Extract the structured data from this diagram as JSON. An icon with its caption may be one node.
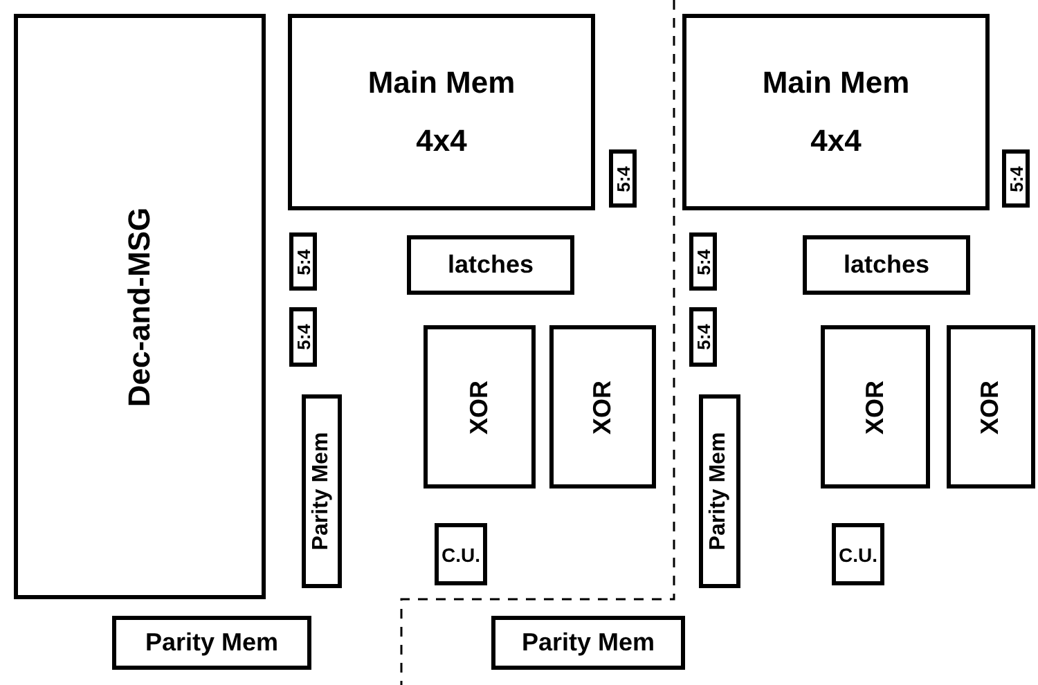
{
  "diagram": {
    "nodes": [
      {
        "text": [
          "Dec-and-MSG"
        ]
      },
      {
        "text": [
          "Main Mem",
          "4x4"
        ]
      },
      {
        "text": [
          "5:4"
        ]
      },
      {
        "text": [
          "Main Mem",
          "4x4"
        ]
      },
      {
        "text": [
          "5:4"
        ]
      },
      {
        "text": [
          "latches"
        ]
      },
      {
        "text": [
          "latches"
        ]
      },
      {
        "text": [
          "5:4"
        ]
      },
      {
        "text": [
          "5:4"
        ]
      },
      {
        "text": [
          "5:4"
        ]
      },
      {
        "text": [
          "5:4"
        ]
      },
      {
        "text": [
          "XOR"
        ]
      },
      {
        "text": [
          "XOR"
        ]
      },
      {
        "text": [
          "XOR"
        ]
      },
      {
        "text": [
          "XOR"
        ]
      },
      {
        "text": [
          "Parity Mem"
        ]
      },
      {
        "text": [
          "Parity Mem"
        ]
      },
      {
        "text": [
          "C.U."
        ]
      },
      {
        "text": [
          "C.U."
        ]
      },
      {
        "text": [
          "Parity Mem"
        ]
      },
      {
        "text": [
          "Parity Mem"
        ]
      }
    ]
  }
}
